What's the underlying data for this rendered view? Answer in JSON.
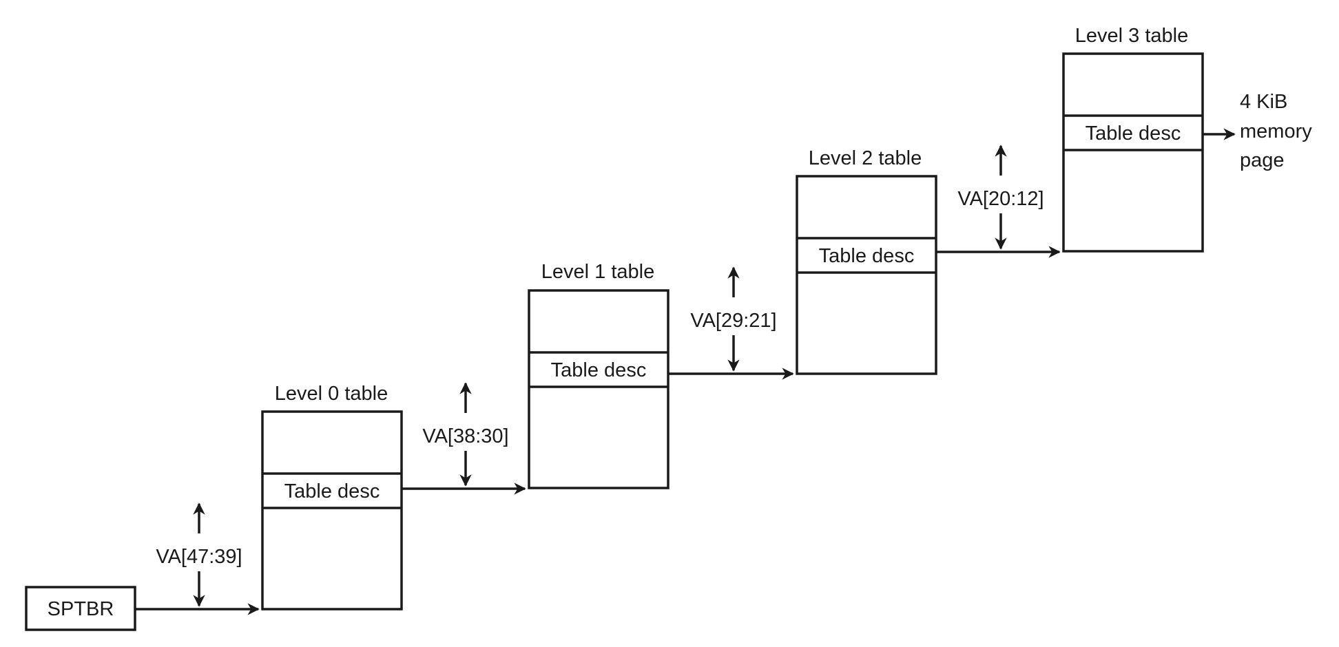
{
  "register": {
    "label": "SPTBR"
  },
  "tables": [
    {
      "title": "Level 0 table",
      "entry": "Table desc"
    },
    {
      "title": "Level 1 table",
      "entry": "Table desc"
    },
    {
      "title": "Level 2 table",
      "entry": "Table desc"
    },
    {
      "title": "Level 3 table",
      "entry": "Table desc"
    }
  ],
  "index_labels": [
    "VA[47:39]",
    "VA[38:30]",
    "VA[29:21]",
    "VA[20:12]"
  ],
  "output": {
    "line1": "4 KiB",
    "line2": "memory",
    "line3": "page"
  }
}
